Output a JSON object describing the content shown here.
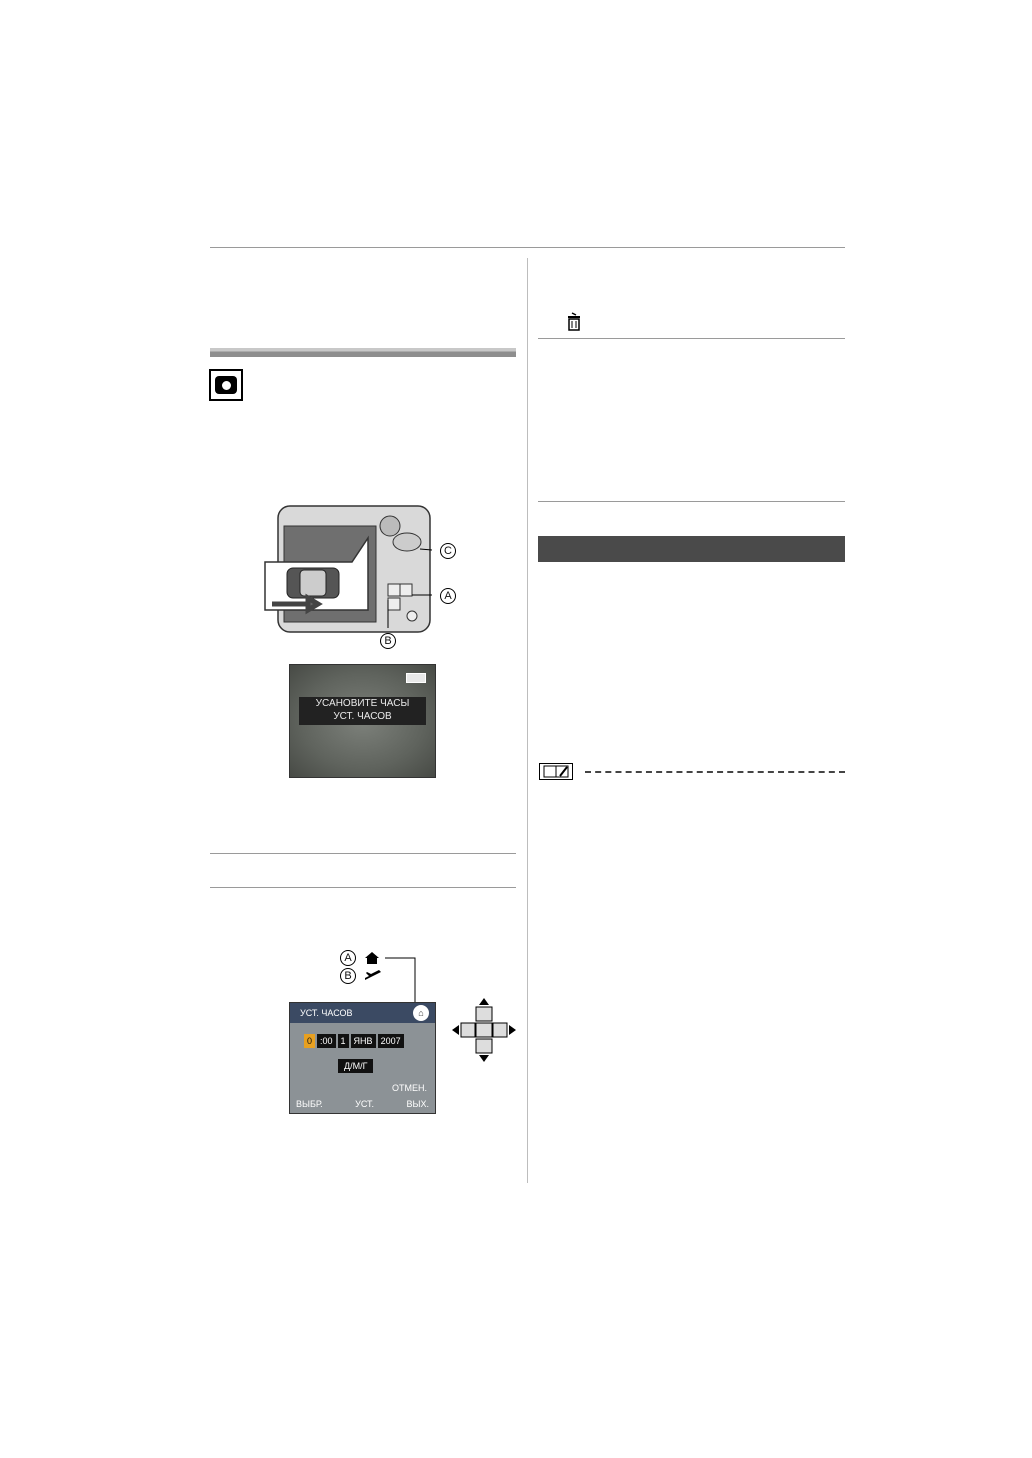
{
  "lcd_set_clock": {
    "line1": "УСАНОВИТЕ ЧАСЫ",
    "line2": "УСТ. ЧАСОВ"
  },
  "lcd_clock": {
    "title": "УСТ. ЧАСОВ",
    "fields": [
      "0",
      ":00",
      "1",
      "ЯНВ",
      "2007"
    ],
    "format": "Д/М/Г",
    "cancel": "ОТМЕН.",
    "select": "ВЫБР.",
    "set": "УСТ.",
    "exit": "ВЫХ."
  },
  "callouts": {
    "a": "A",
    "b": "B",
    "c": "C"
  },
  "icons": {
    "mode": "camera-mode-icon",
    "trash": "trash-icon",
    "home": "home-icon",
    "travel": "airplane-icon",
    "note": "note-icon"
  }
}
